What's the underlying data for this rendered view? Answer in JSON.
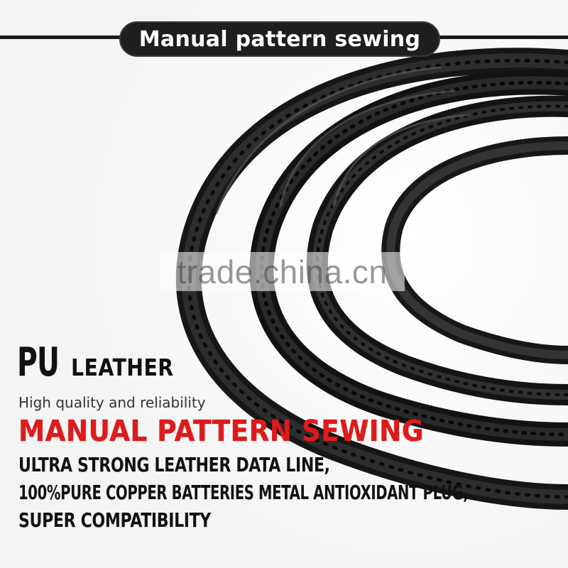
{
  "banner": {
    "title": "Manual pattern sewing"
  },
  "watermark": {
    "text": "trade.china.cn"
  },
  "material": {
    "big": "PU",
    "small": "LEATHER"
  },
  "subtitle": "High quality and reliability",
  "heading": "MANUAL PATTERN SEWING",
  "features": [
    "ULTRA STRONG LEATHER DATA LINE,",
    "100%PURE COPPER BATTERIES METAL ANTIOXIDANT PLUG,",
    "SUPER COMPATIBILITY"
  ],
  "colors": {
    "heading_red": "#e01a1a",
    "pill_bg": "#1e1e1e",
    "text_dark": "#111111"
  }
}
